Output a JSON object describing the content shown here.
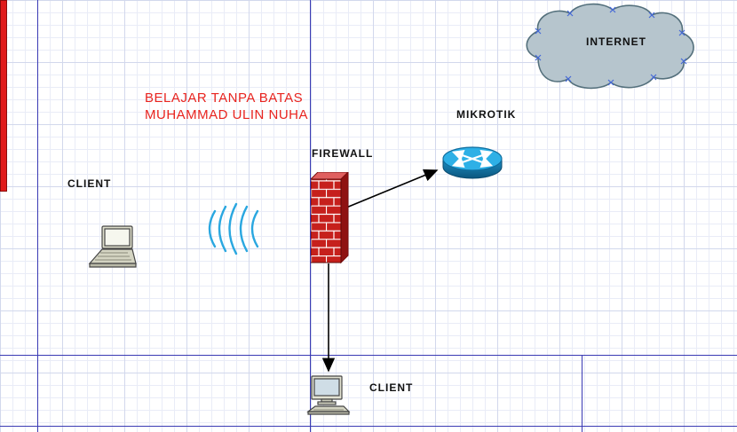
{
  "note": {
    "line1": "BELAJAR TANPA BATAS",
    "line2": "MUHAMMAD ULIN NUHA",
    "color": "#e8241f"
  },
  "nodes": {
    "client_top": {
      "label": "CLIENT",
      "icon": "laptop-icon"
    },
    "wifi": {
      "icon": "radio-waves-icon"
    },
    "firewall": {
      "label": "FIREWALL",
      "icon": "brick-wall-icon"
    },
    "mikrotik": {
      "label": "MIKROTIK",
      "icon": "router-icon"
    },
    "internet": {
      "label": "INTERNET",
      "icon": "cloud-icon"
    },
    "client_bottom": {
      "label": "CLIENT",
      "icon": "desktop-computer-icon"
    }
  },
  "connections": [
    {
      "from": "firewall",
      "to": "mikrotik",
      "style": "arrow"
    },
    {
      "from": "firewall",
      "to": "client_bottom",
      "style": "arrow"
    }
  ],
  "colors": {
    "page_break": "#3a3ab4",
    "grid_minor": "#e9ecf7",
    "grid_major": "#d2d8ec",
    "ruler_bar": "#e01b1b",
    "annotation_red": "#e8241f",
    "cloud_fill": "#b6c5cd",
    "cloud_stroke": "#54707c",
    "brick_red": "#c6201c",
    "wave_blue": "#2aa7e0",
    "connection_point_blue": "#4468d8",
    "arrow_black": "#000000"
  }
}
